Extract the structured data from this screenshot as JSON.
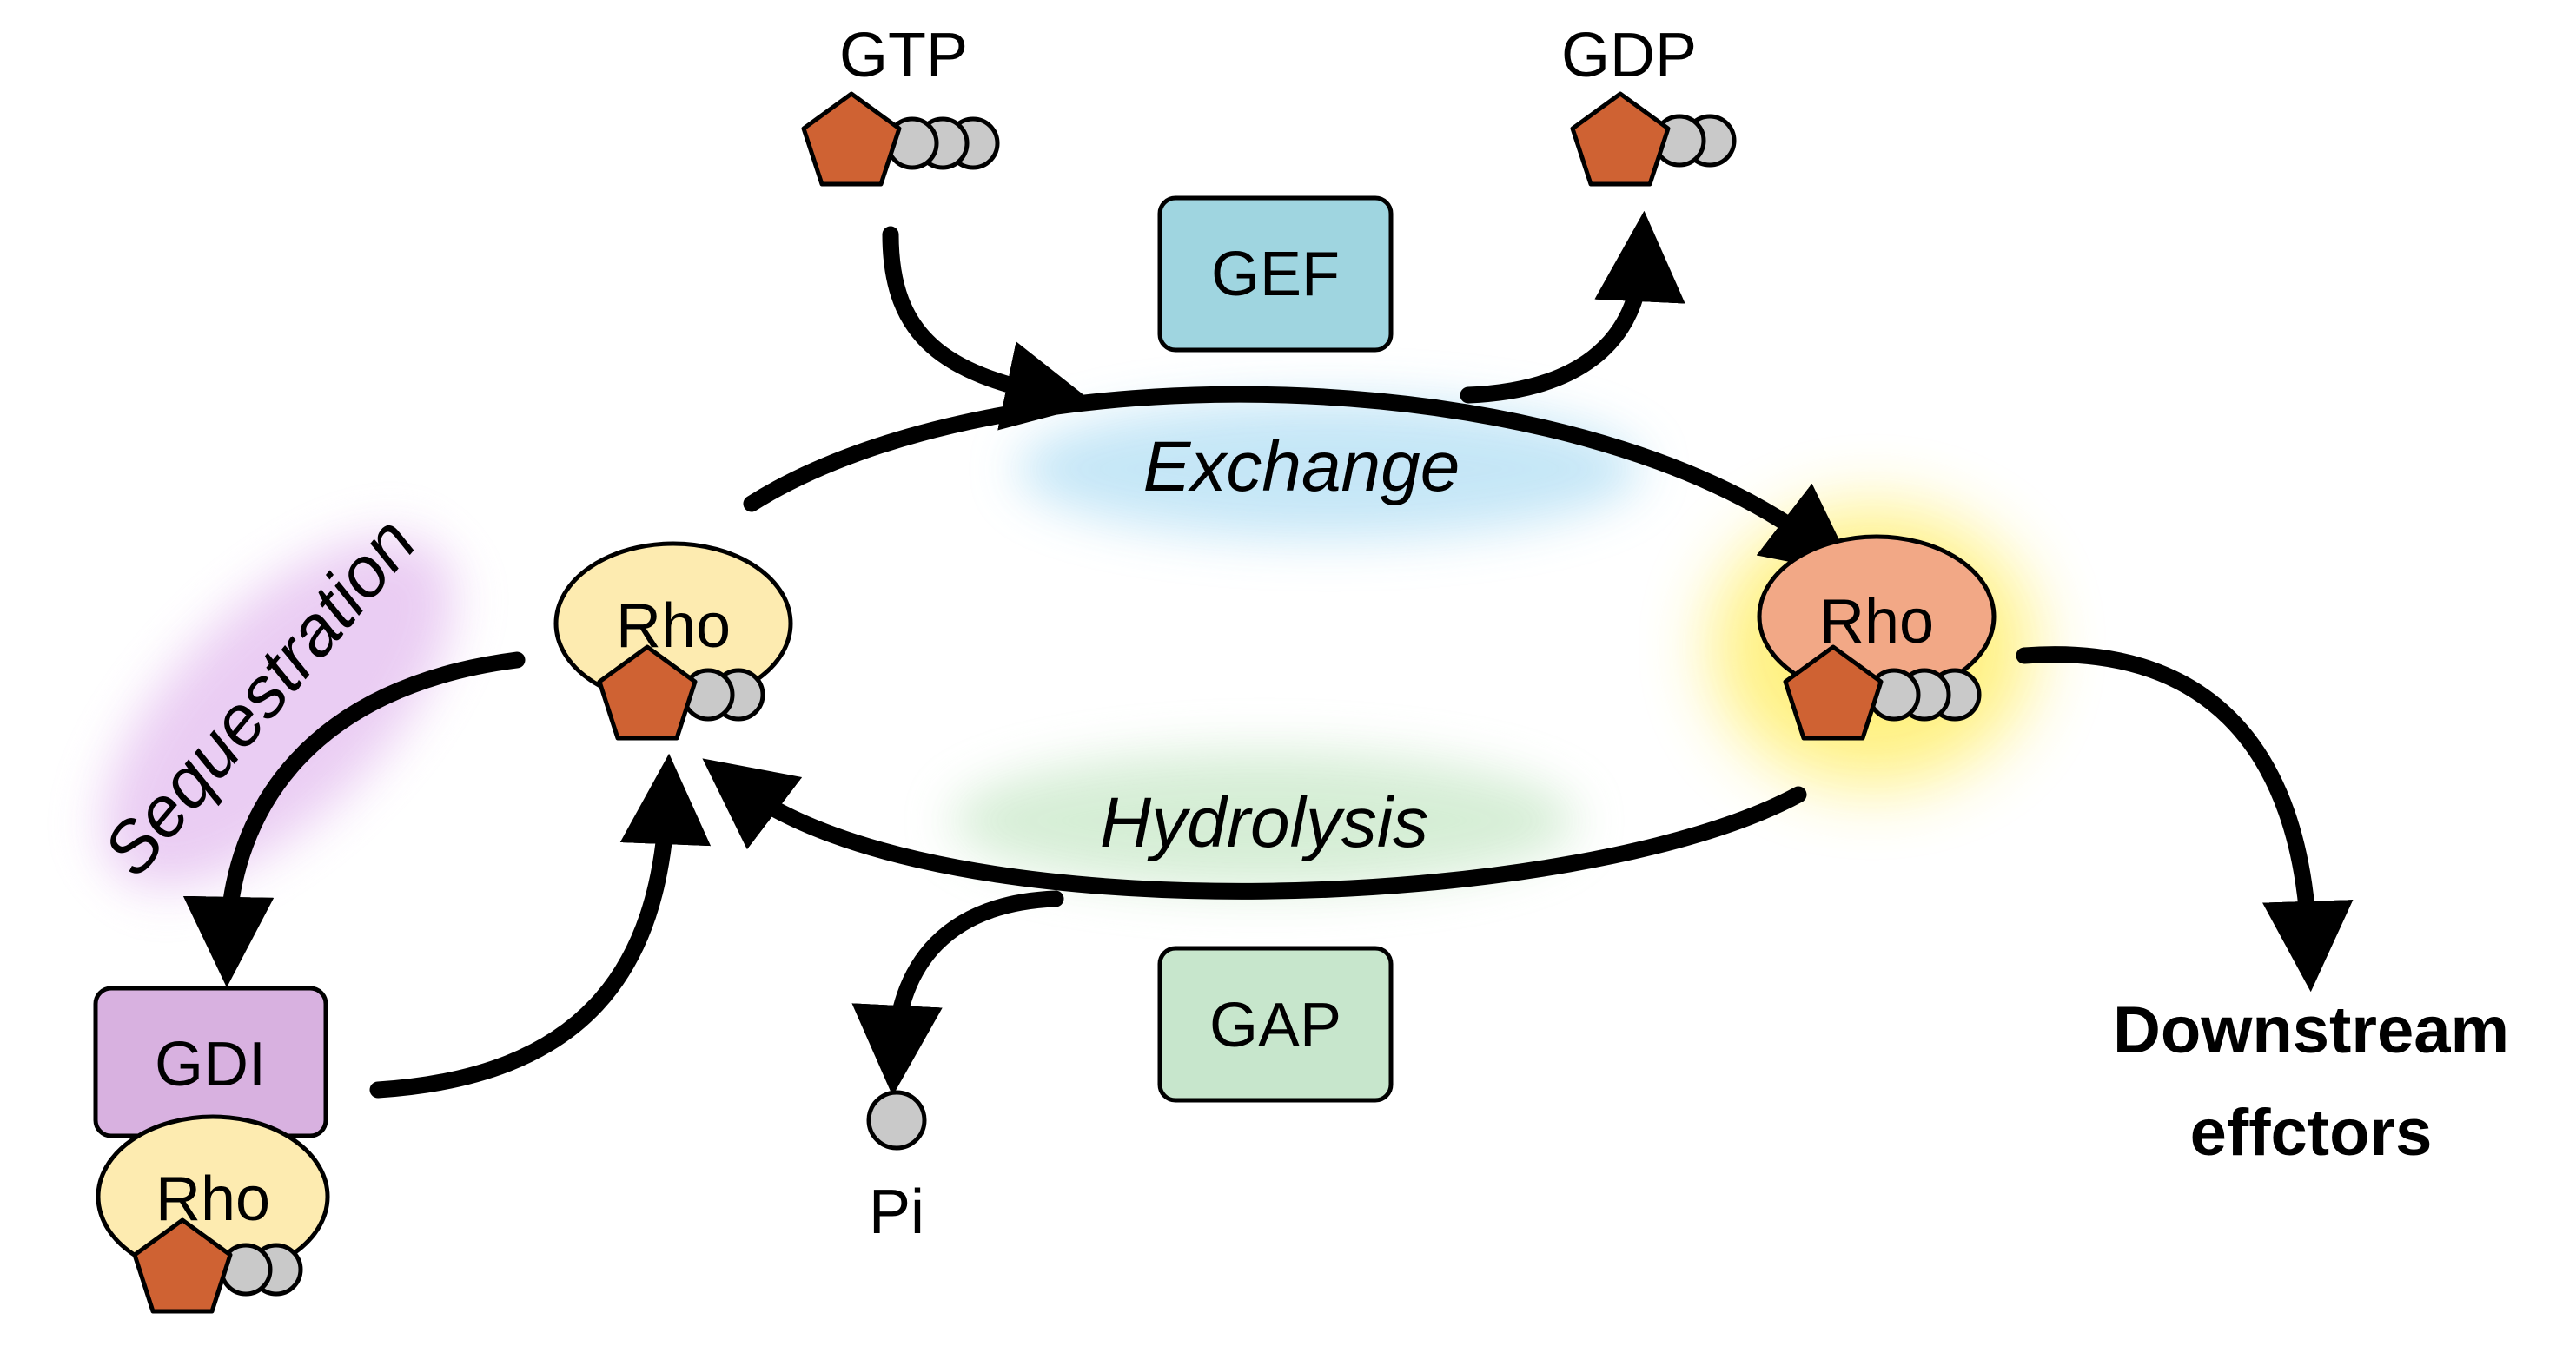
{
  "labels": {
    "gtp": "GTP",
    "gdp": "GDP",
    "gef": "GEF",
    "gap": "GAP",
    "gdi": "GDI",
    "exchange": "Exchange",
    "hydrolysis": "Hydrolysis",
    "sequestration": "Sequestration",
    "rho": "Rho",
    "pi": "Pi",
    "downstream_line1": "Downstream",
    "downstream_line2": "effctors"
  },
  "colors": {
    "gef_fill": "#9fd5e0",
    "gap_fill": "#c7e6cc",
    "gdi_fill": "#d8b1e0",
    "rho_inactive_fill": "#fdebb0",
    "rho_active_fill": "#f2a886",
    "nucleotide_base": "#cf6233",
    "phosphate": "#c9c9c9",
    "stroke": "#000000",
    "exchange_glow": "#bfe4f6",
    "hydrolysis_glow": "#d2ecd2",
    "sequestration_glow": "#e8c8f2",
    "active_glow": "#fff07a"
  }
}
